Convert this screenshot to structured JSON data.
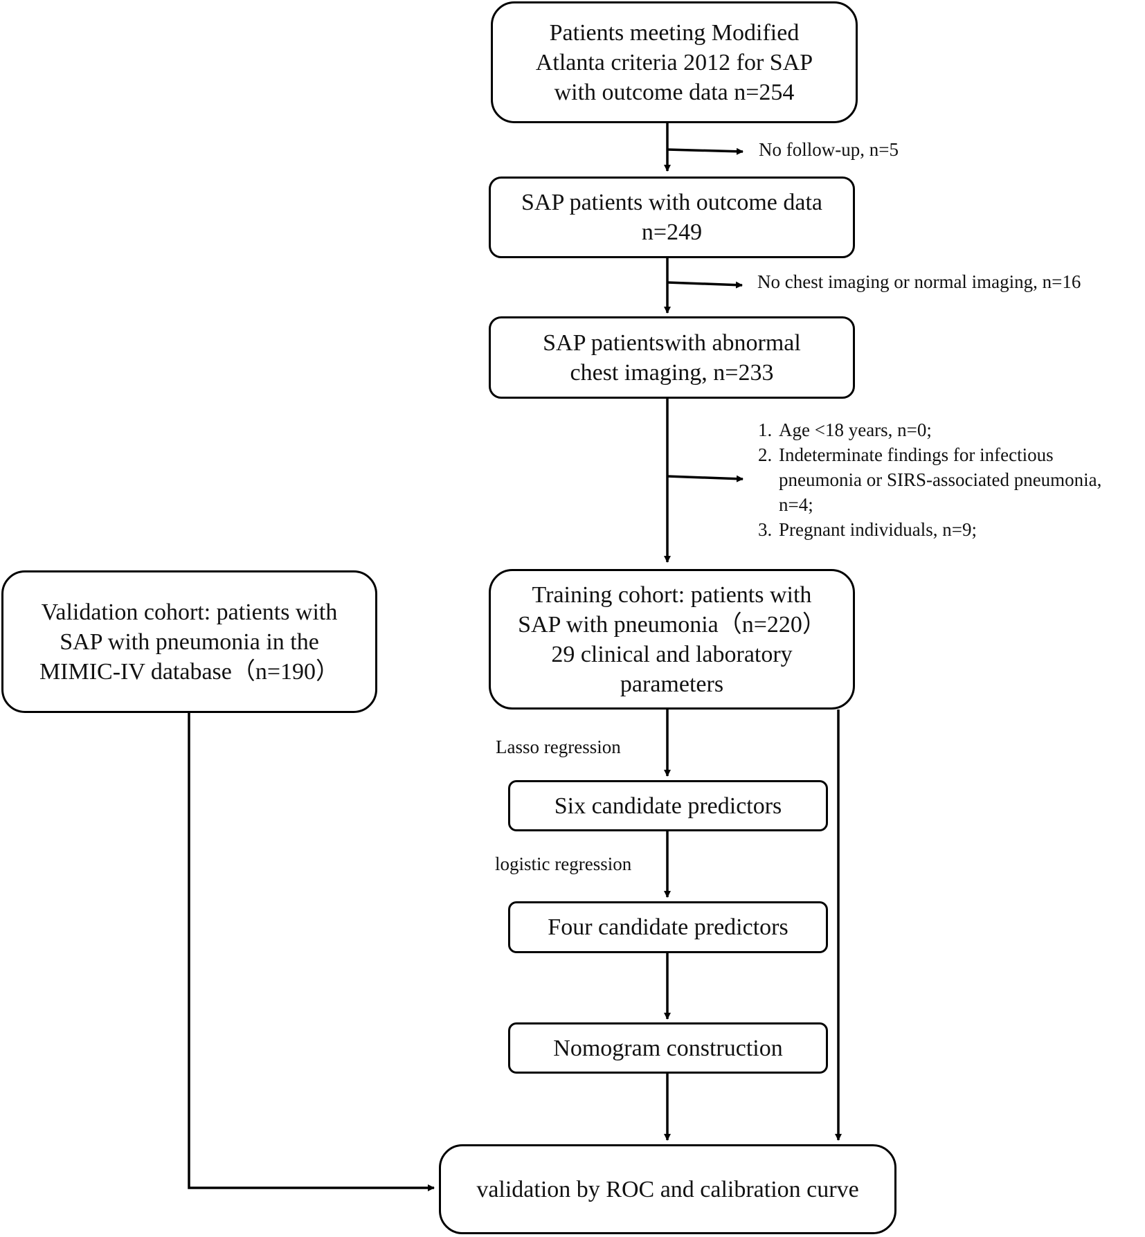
{
  "boxes": {
    "initial": "Patients meeting  Modified\nAtlanta criteria 2012 for SAP\nwith outcome data n=254",
    "outcome": "SAP patients with outcome data\nn=249",
    "imaging": "SAP patientswith abnormal\nchest imaging, n=233",
    "training": "Training cohort: patients with\nSAP with pneumonia（n=220）\n29 clinical and laboratory\nparameters",
    "validation_cohort": "Validation cohort: patients with\nSAP with pneumonia in the\nMIMIC-IV database（n=190）",
    "six_predictors": "Six candidate predictors",
    "four_predictors": "Four candidate predictors",
    "nomogram": "Nomogram construction",
    "final": "validation by ROC and calibration curve"
  },
  "exclusions": {
    "no_followup": "No follow-up, n=5",
    "no_imaging": "No chest imaging or normal imaging, n=16",
    "criteria": [
      {
        "num": "1.",
        "text": "Age <18 years, n=0;"
      },
      {
        "num": "2.",
        "text": "Indeterminate findings for infectious\npneumonia or SIRS-associated pneumonia,\nn=4;"
      },
      {
        "num": "3.",
        "text": "Pregnant individuals, n=9;"
      }
    ]
  },
  "methods": {
    "lasso": "Lasso regression",
    "logistic": "logistic regression"
  }
}
